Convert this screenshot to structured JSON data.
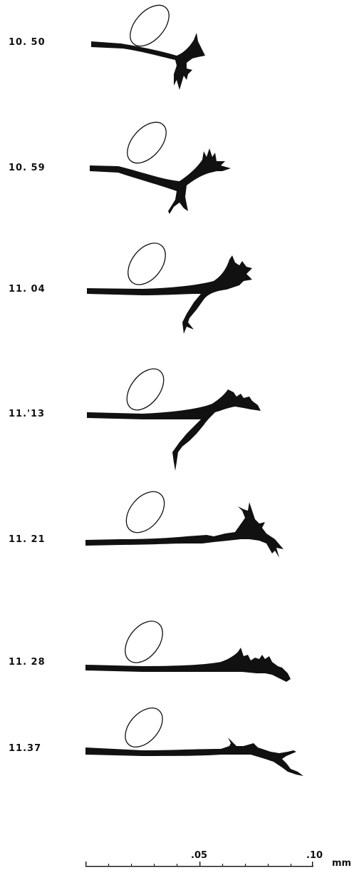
{
  "frames": [
    {
      "label": "10. 50"
    },
    {
      "label": "10. 59"
    },
    {
      "label": "11. 04"
    },
    {
      "label": "11.'13"
    },
    {
      "label": "11. 21"
    },
    {
      "label": "11. 28"
    },
    {
      "label": "11.37"
    }
  ],
  "scale_bar": {
    "ticks": [
      ".05",
      ".10"
    ],
    "unit": "mm"
  },
  "colors": {
    "ink": "#111111",
    "paper": "#ffffff"
  }
}
